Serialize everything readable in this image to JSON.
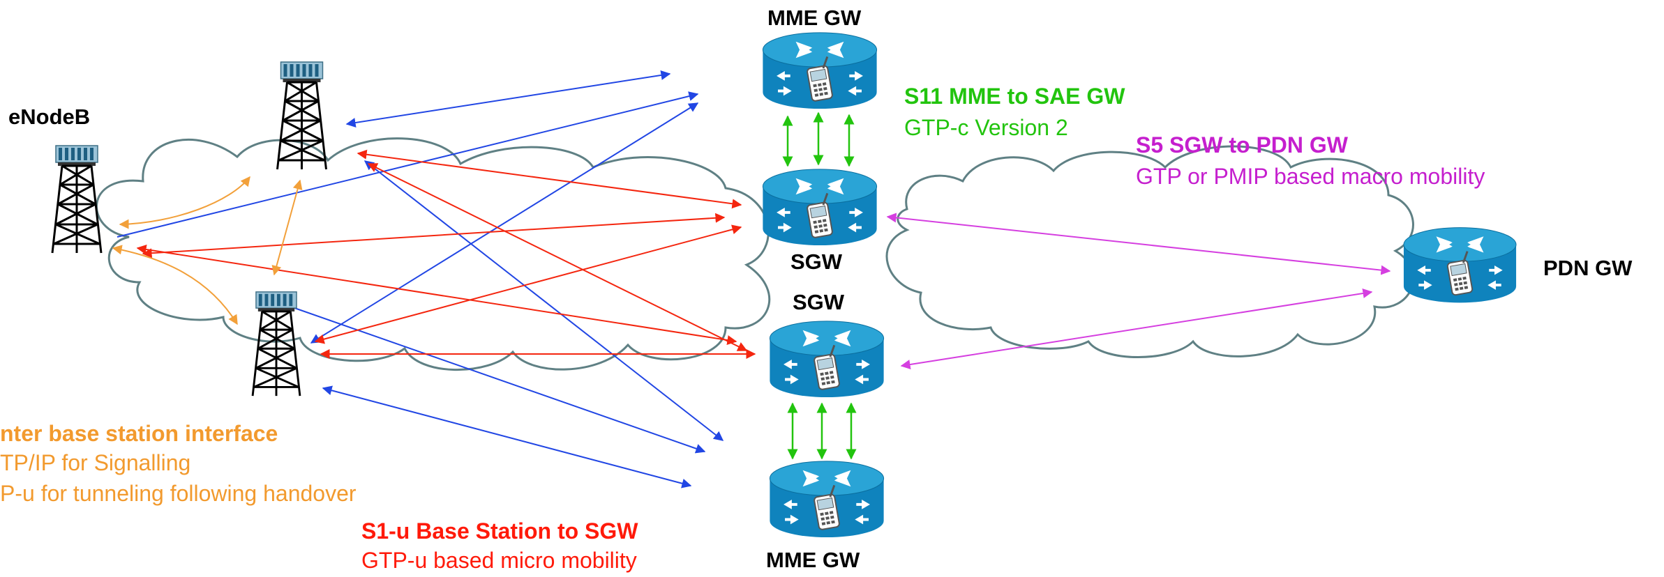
{
  "colors": {
    "blue": "#2146e4",
    "red": "#f4260f",
    "orange": "#f2a03a",
    "green": "#22c40e",
    "purple": "#d53fe0",
    "cloud_stroke": "#5f8084",
    "router_top": "#2aa4d6",
    "router_side": "#0f83bd"
  },
  "nodes": {
    "enodeb_label": "eNodeB",
    "mme_gw_top_label": "MME GW",
    "sgw_top_label": "SGW",
    "sgw_bottom_label": "SGW",
    "mme_gw_bottom_label": "MME GW",
    "pdn_gw_label": "PDN GW"
  },
  "interfaces": {
    "s11": {
      "title": "S11 MME to SAE GW",
      "subtitle": "GTP-c Version 2"
    },
    "s5": {
      "title": "S5 SGW to PDN GW",
      "subtitle": "GTP or PMIP based macro mobility"
    },
    "x2": {
      "title": "nter base station interface",
      "line1": "TP/IP for Signalling",
      "line2": "P-u for tunneling following handover"
    },
    "s1u": {
      "title": "S1-u Base Station to SGW",
      "subtitle": "GTP-u based micro mobility"
    }
  },
  "icons": {
    "tower": "cell-tower-icon",
    "router": "mobile-gateway-router-icon",
    "cloud": "network-cloud"
  }
}
